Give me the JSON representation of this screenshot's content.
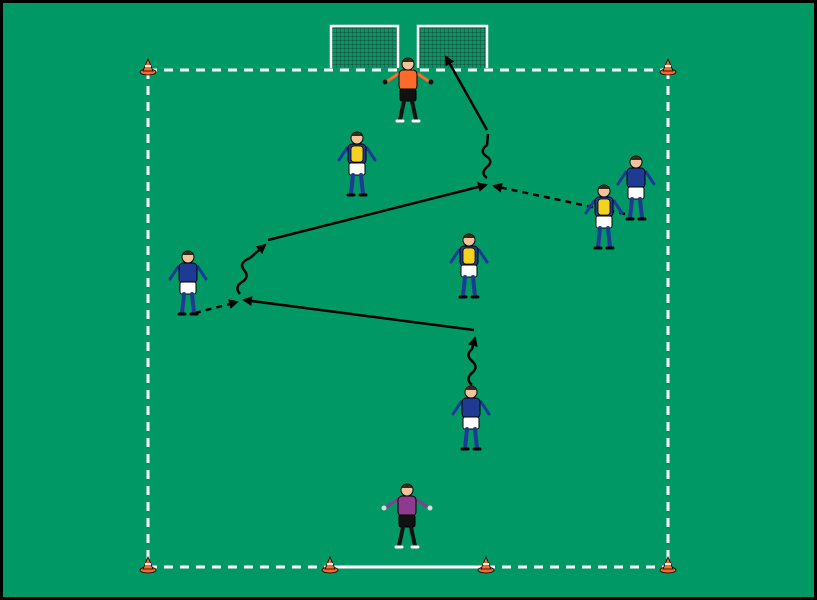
{
  "diagram": {
    "surface_color": "#009966",
    "line_color": "#ffffff",
    "cone_color": "#f26a2e",
    "goal_count": 2,
    "cone_count": 6,
    "team_colors": {
      "attackers_shirt": "#1f3a93",
      "attackers_shorts": "#ffffff",
      "defenders_bib": "#f5d21f",
      "goalkeeper_top": "#ff6a2a",
      "goalkeeper_bottom": "#111111",
      "bottom_goalkeeper_top": "#8e3a8e",
      "bottom_goalkeeper_bottom": "#111111"
    },
    "players": [
      {
        "role": "goalkeeper-top",
        "icon": "goalkeeper-orange"
      },
      {
        "role": "defender",
        "icon": "player-yellow-bib"
      },
      {
        "role": "defender",
        "icon": "player-yellow-bib"
      },
      {
        "role": "defender",
        "icon": "player-yellow-bib"
      },
      {
        "role": "attacker",
        "icon": "player-blue"
      },
      {
        "role": "attacker",
        "icon": "player-blue"
      },
      {
        "role": "attacker",
        "icon": "player-blue"
      },
      {
        "role": "goalkeeper-bottom",
        "icon": "goalkeeper-purple"
      }
    ],
    "movements": [
      {
        "type": "dribble",
        "line": "wavy"
      },
      {
        "type": "pass",
        "line": "solid"
      },
      {
        "type": "run",
        "line": "dashed"
      },
      {
        "type": "dribble",
        "line": "wavy"
      },
      {
        "type": "pass",
        "line": "solid"
      },
      {
        "type": "run",
        "line": "dashed"
      },
      {
        "type": "dribble",
        "line": "wavy"
      },
      {
        "type": "shot",
        "line": "solid"
      }
    ]
  }
}
